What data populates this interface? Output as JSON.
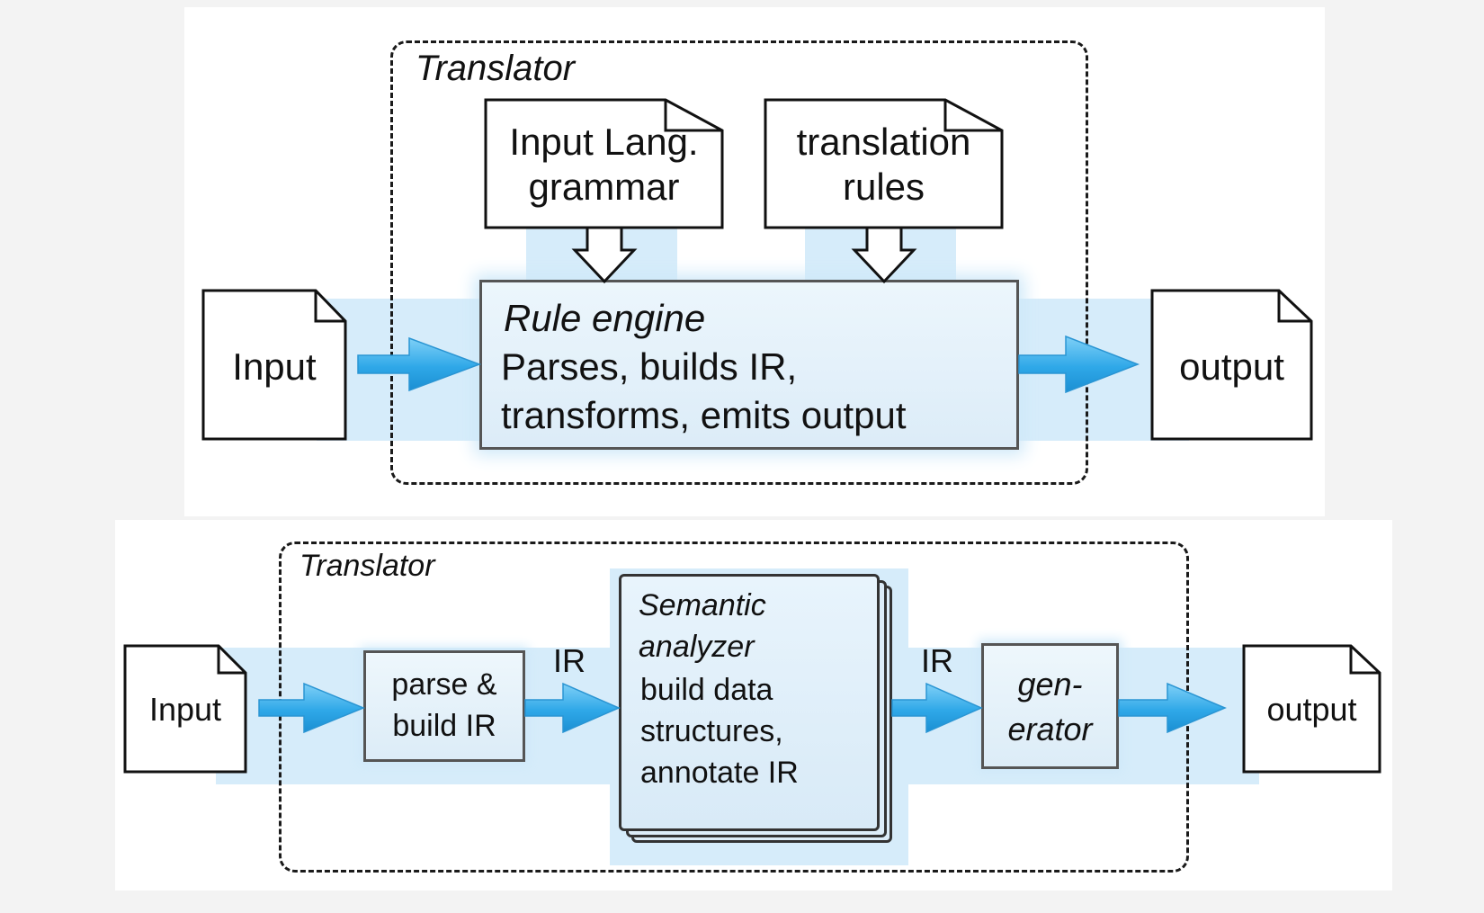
{
  "top": {
    "translator_label": "Translator",
    "docs": {
      "grammar": [
        "Input Lang.",
        "grammar"
      ],
      "rules": [
        "translation",
        "rules"
      ],
      "input": "Input",
      "output": "output"
    },
    "engine": {
      "title": "Rule engine",
      "line1": "Parses, builds IR,",
      "line2": "transforms, emits output"
    }
  },
  "bottom": {
    "translator_label": "Translator",
    "input": "Input",
    "output": "output",
    "parse_box": [
      "parse &",
      "build IR"
    ],
    "ir_label_1": "IR",
    "ir_label_2": "IR",
    "semantic": {
      "title1": "Semantic",
      "title2": "analyzer",
      "line1": "build data",
      "line2": "structures,",
      "line3": "annotate IR"
    },
    "generator": [
      "gen-",
      "erator"
    ]
  },
  "colors": {
    "arrow_blue": "#2fa8e8",
    "glow_blue": "#d6ecfa",
    "box_fill": "#dcecf8",
    "stroke": "#1a1a1a"
  }
}
